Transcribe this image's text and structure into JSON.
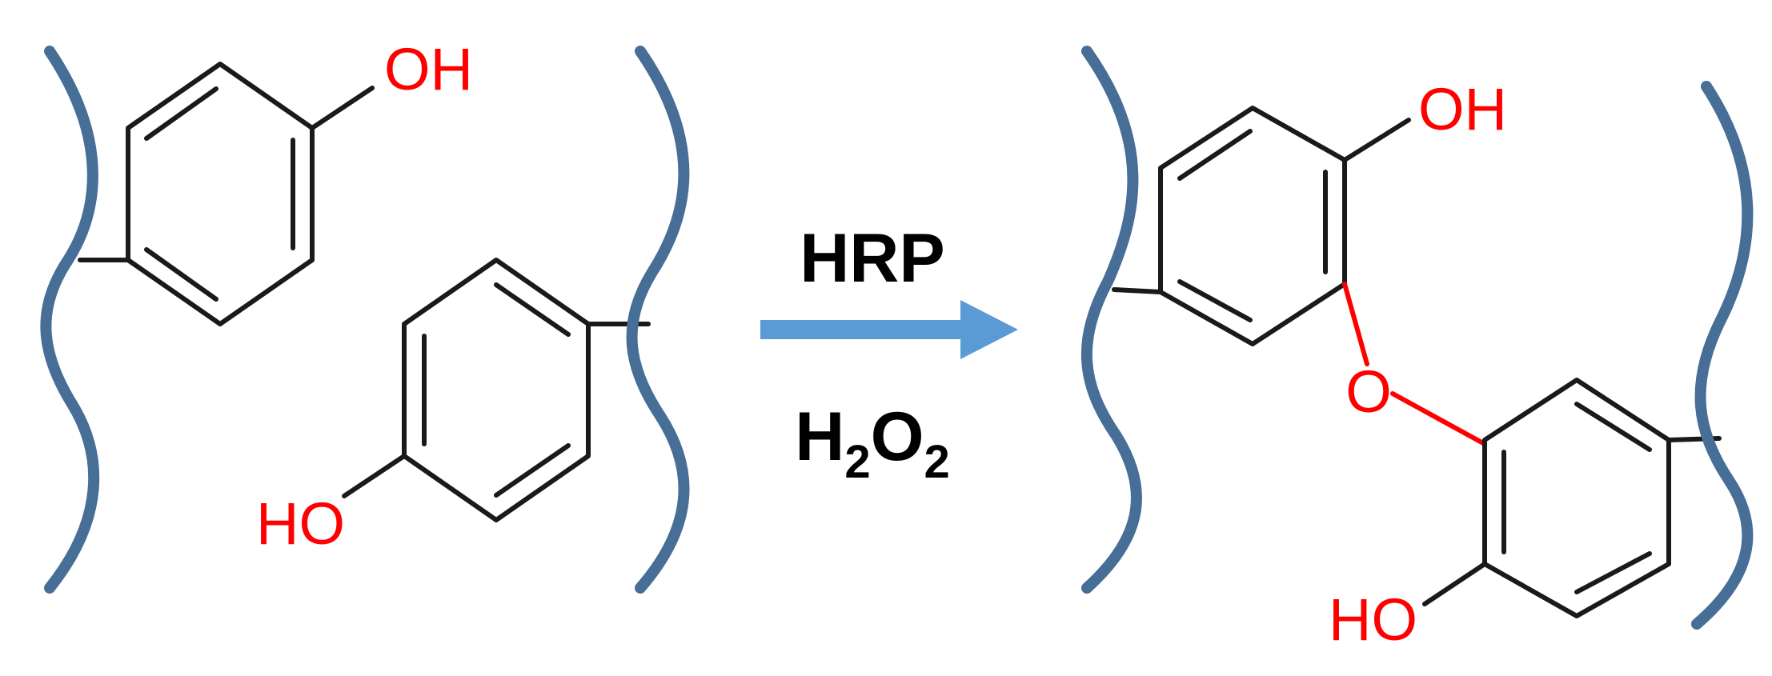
{
  "colors": {
    "polymer_chain": "#466E96",
    "bond": "#1A1A1A",
    "heteroatom": "#FF0000",
    "arrow": "#5B9BD5",
    "reagent_text": "#000000"
  },
  "reactants": {
    "top_phenol_label": "OH",
    "bottom_phenol_label": "HO"
  },
  "arrow": {
    "reagent_above": "HRP",
    "reagent_below": {
      "main": "H",
      "sub1": "2",
      "mid": "O",
      "sub2": "2"
    }
  },
  "product": {
    "top_hydroxyl_label": "OH",
    "bridge_oxygen_label": "O",
    "bottom_hydroxyl_label": "HO"
  }
}
